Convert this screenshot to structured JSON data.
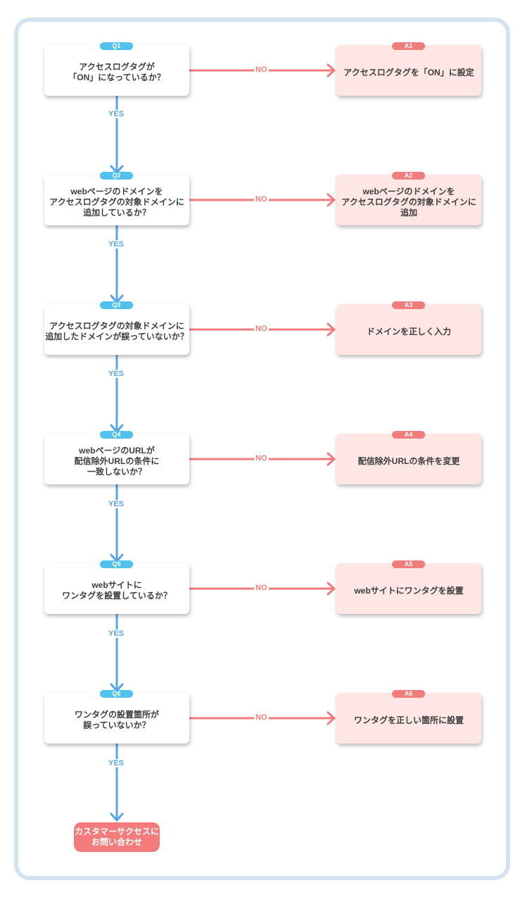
{
  "yes_label": "YES",
  "no_label": "NO",
  "questions": [
    {
      "id": "Q1",
      "text": "アクセスログタグが\n「ON」になっているか？"
    },
    {
      "id": "Q2",
      "text": "webページのドメインを\nアクセスログタグの対象ドメインに\n追加しているか？"
    },
    {
      "id": "Q3",
      "text": "アクセスログタグの対象ドメインに\n追加したドメインが誤っていないか？"
    },
    {
      "id": "Q4",
      "text": "webページのURLが\n配信除外URLの条件に\n一致しないか？"
    },
    {
      "id": "Q5",
      "text": "webサイトに\nワンタグを設置しているか？"
    },
    {
      "id": "Q6",
      "text": "ワンタグの設置箇所が\n誤っていないか？"
    }
  ],
  "answers": [
    {
      "id": "A1",
      "text": "アクセスログタグを「ON」に設定"
    },
    {
      "id": "A2",
      "text": "webページのドメインを\nアクセスログタグの対象ドメインに\n追加"
    },
    {
      "id": "A3",
      "text": "ドメインを正しく入力"
    },
    {
      "id": "A4",
      "text": "配信除外URLの条件を変更"
    },
    {
      "id": "A5",
      "text": "webサイトにワンタグを設置"
    },
    {
      "id": "A6",
      "text": "ワンタグを正しい箇所に設置"
    }
  ],
  "end": {
    "text": "カスタマーサクセスに\nお問い合わせ"
  },
  "colors": {
    "yes_arrow": "#5aa4e6",
    "no_arrow": "#f47b7b",
    "q_tag": "#4fc3ee",
    "a_tag": "#f07c7c",
    "end_box": "#f47b7b",
    "frame": "#d3e3f2"
  }
}
